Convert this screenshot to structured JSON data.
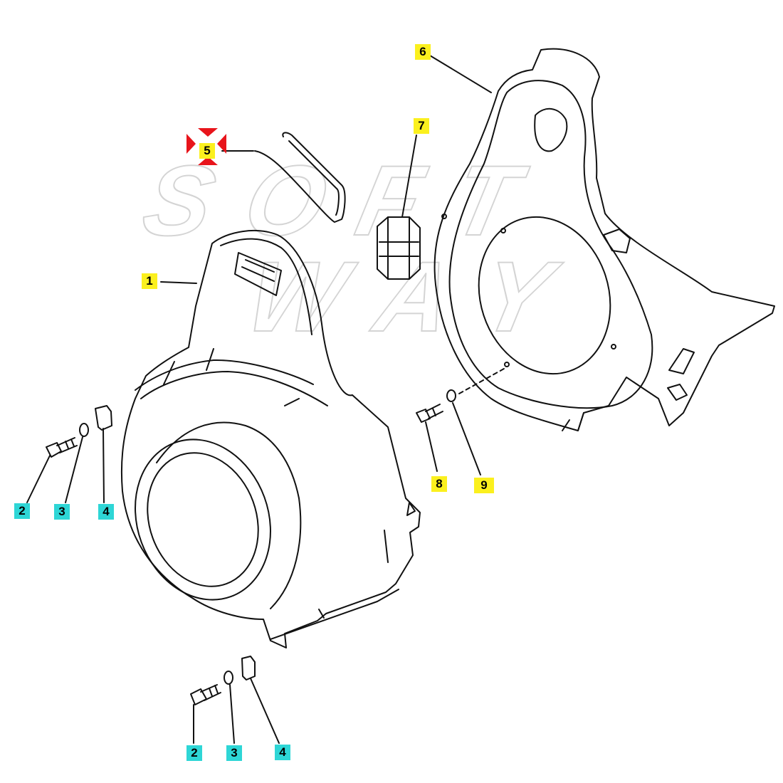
{
  "colors": {
    "yellow_tag": "#fbf01e",
    "cyan_tag": "#2ed6d6",
    "selected_marker": "#e8141b",
    "line": "#111111",
    "watermark": "#d0d0d0"
  },
  "watermark": {
    "line1": "SOFT",
    "line2": "WAY"
  },
  "selected_part": "5",
  "callouts": {
    "p1": "1",
    "p2a": "2",
    "p3a": "3",
    "p4a": "4",
    "p5": "5",
    "p6": "6",
    "p7": "7",
    "p8": "8",
    "p9": "9",
    "p2b": "2",
    "p3b": "3",
    "p4b": "4"
  },
  "parts": [
    {
      "number": "1",
      "name": "blower-housing",
      "tag_color": "yellow"
    },
    {
      "number": "2",
      "name": "bolt",
      "tag_color": "cyan"
    },
    {
      "number": "3",
      "name": "washer",
      "tag_color": "cyan"
    },
    {
      "number": "4",
      "name": "clip-nut",
      "tag_color": "cyan"
    },
    {
      "number": "5",
      "name": "wire-clip",
      "tag_color": "yellow"
    },
    {
      "number": "6",
      "name": "back-plate",
      "tag_color": "yellow"
    },
    {
      "number": "7",
      "name": "rubber-seal",
      "tag_color": "yellow"
    },
    {
      "number": "8",
      "name": "bolt",
      "tag_color": "yellow"
    },
    {
      "number": "9",
      "name": "washer",
      "tag_color": "yellow"
    }
  ],
  "icons": [
    "selection-marker-icon"
  ]
}
